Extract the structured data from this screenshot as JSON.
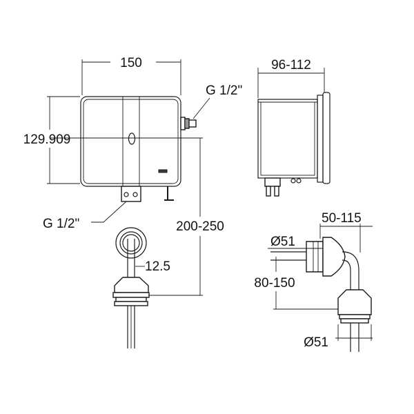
{
  "dimensions": {
    "front_width": "150",
    "front_height": "129.909",
    "connector_top": "G 1/2\"",
    "connector_bottom": "G 1/2\"",
    "side_depth": "96-112",
    "pipe_length": "200-250",
    "pipe_diameter": "12.5",
    "elbow_reach": "50-115",
    "elbow_diameter_top": "Ø51",
    "elbow_drop": "80-150",
    "elbow_diameter_bottom": "Ø51"
  },
  "icons": [
    "front-view-housing",
    "side-view-housing",
    "straight-pipe-fitting",
    "elbow-pipe-fitting"
  ],
  "colors": {
    "line": "#1a1a1a",
    "background": "#ffffff"
  }
}
